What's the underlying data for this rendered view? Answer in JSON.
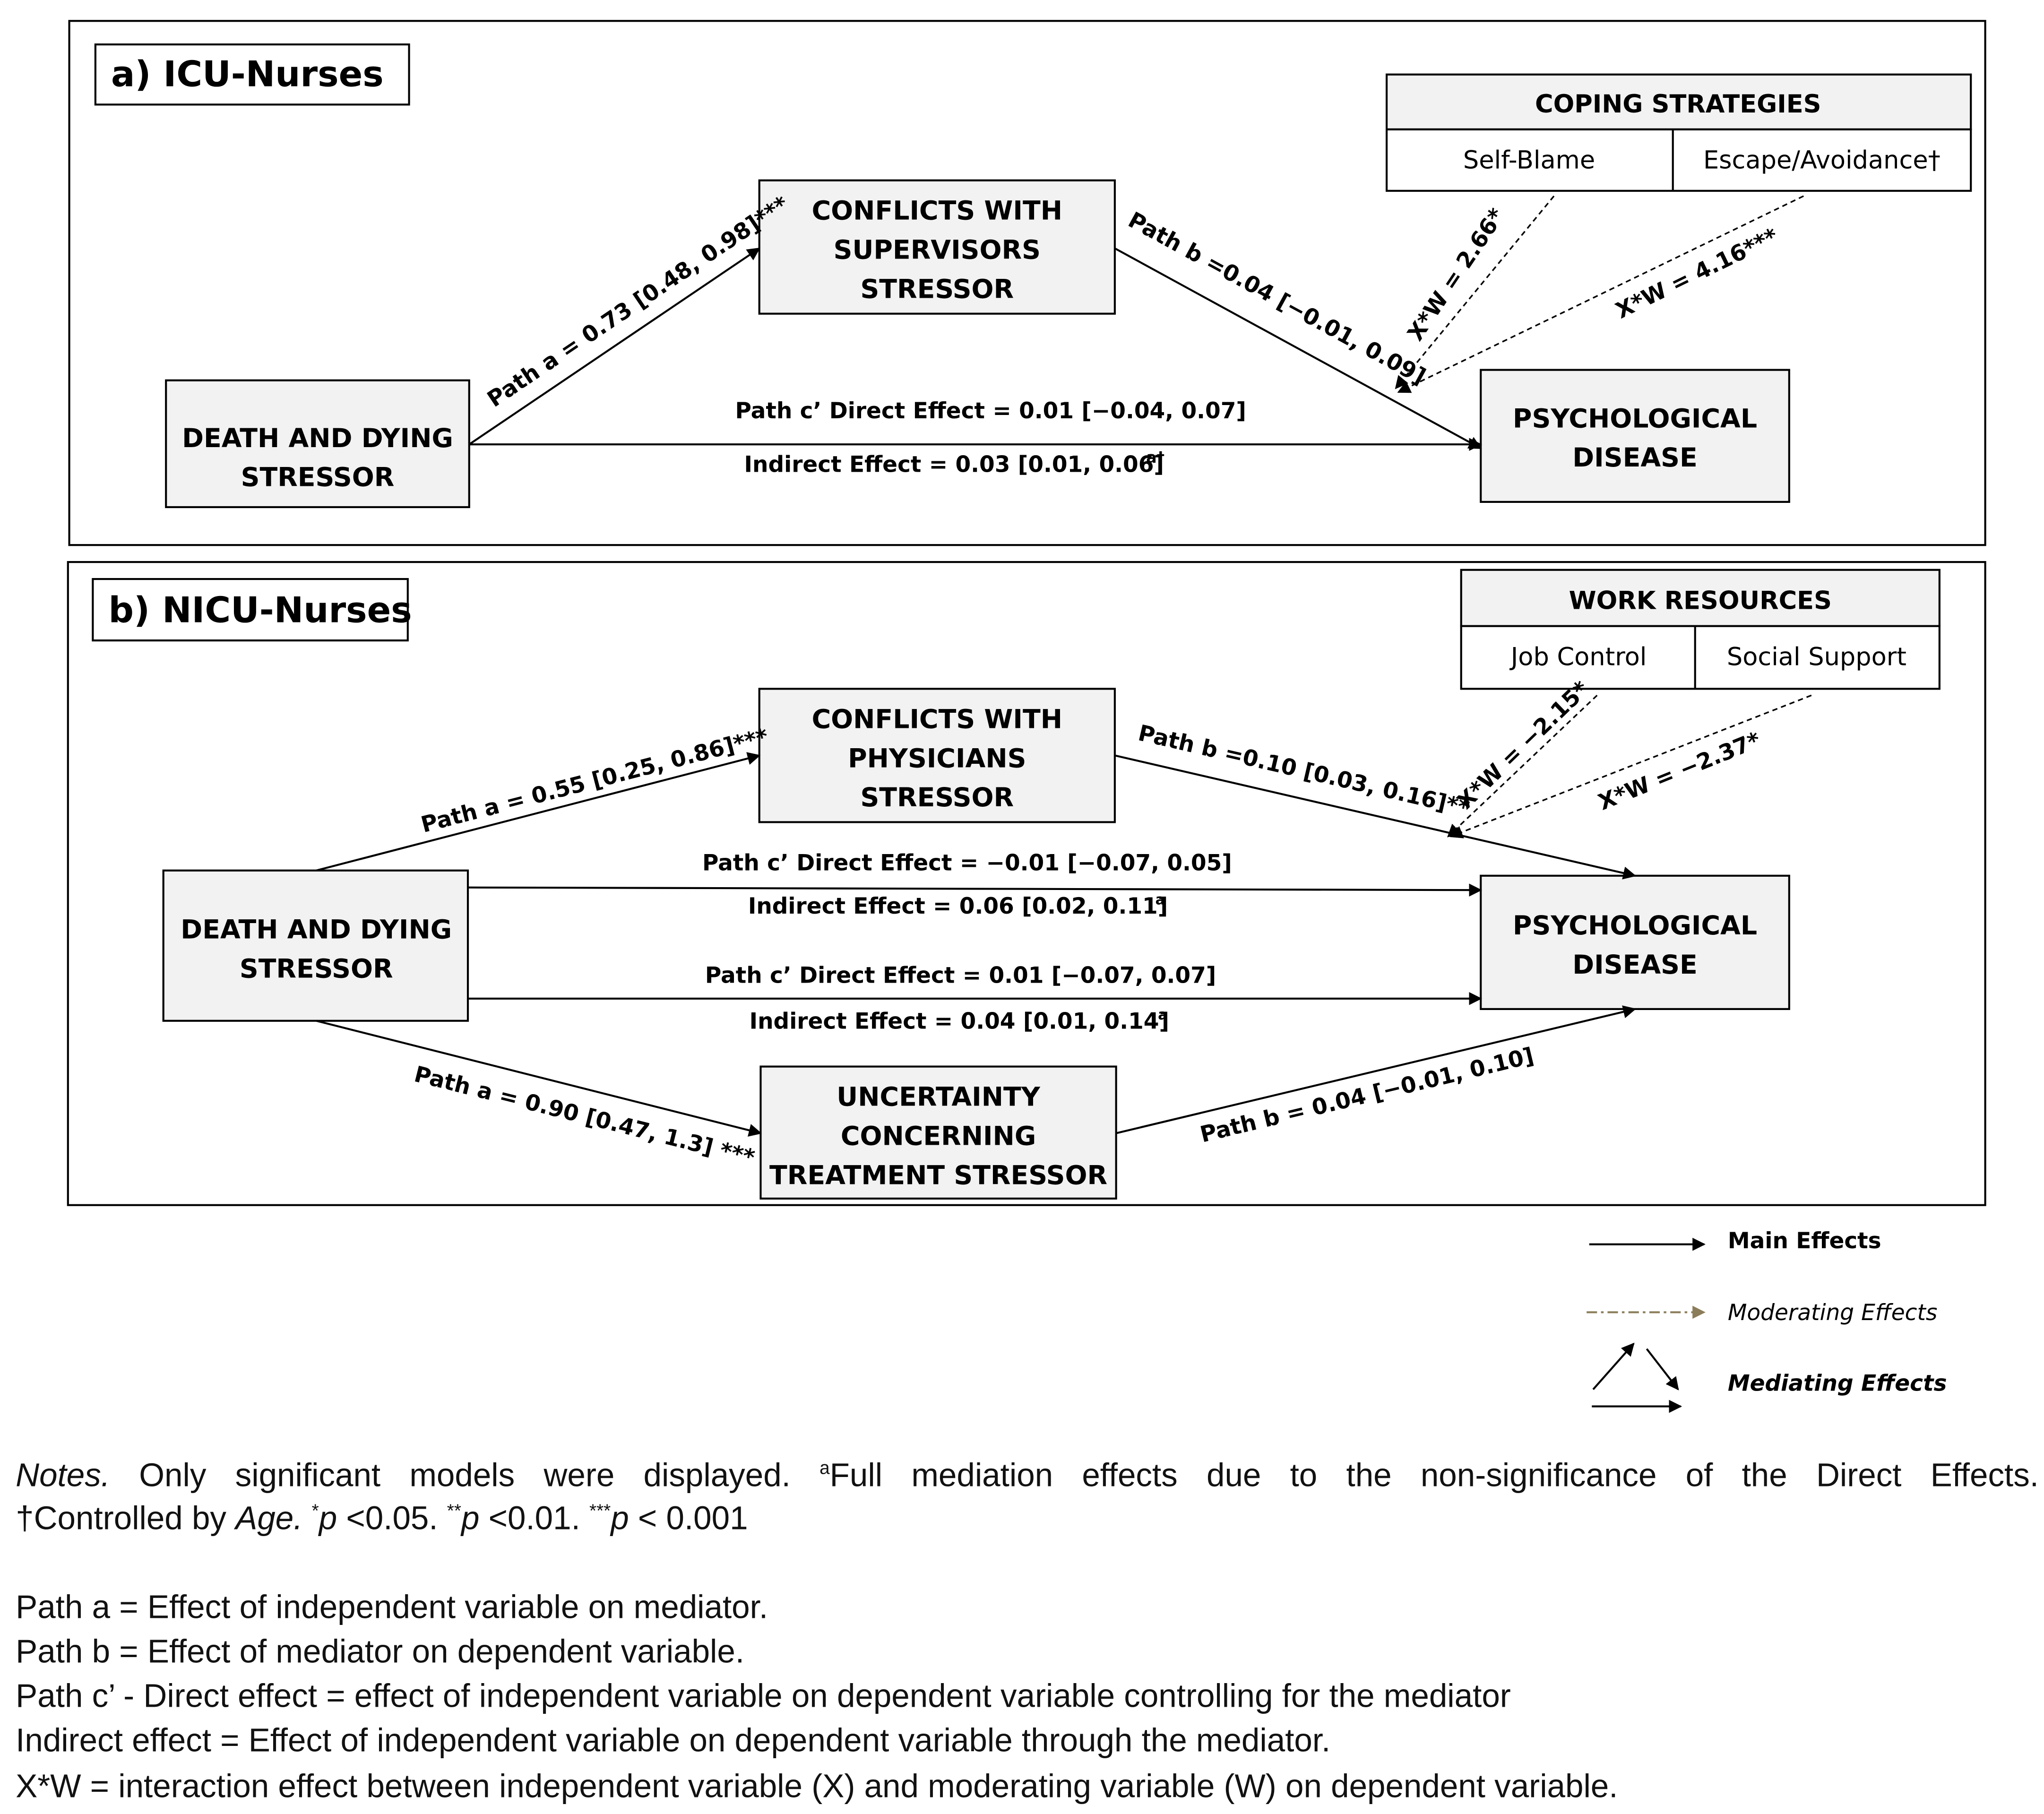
{
  "panel_a": {
    "title": "a) ICU-Nurses",
    "moderator_box": {
      "title": "COPING STRATEGIES",
      "items": [
        "Self-Blame",
        "Escape/Avoidance†"
      ]
    },
    "independent": [
      "DEATH AND DYING",
      "STRESSOR"
    ],
    "mediator": [
      "CONFLICTS WITH",
      "SUPERVISORS",
      "STRESSOR"
    ],
    "dependent": [
      "PSYCHOLOGICAL",
      "DISEASE"
    ],
    "path_a": "Path a = 0.73 [0.48, 0.98]***",
    "path_b": "Path b =0.04 [−0.01, 0.09]",
    "path_c": "Path c’ Direct Effect = 0.01 [−0.04, 0.07]",
    "indirect": "Indirect Effect = 0.03 [0.01, 0.06]",
    "indirect_mark": "a†",
    "xw_1": "X*W = 2.66*",
    "xw_2": "X*W = 4.16***"
  },
  "panel_b": {
    "title": "b) NICU-Nurses",
    "moderator_box": {
      "title": "WORK RESOURCES",
      "items": [
        "Job Control",
        "Social Support"
      ]
    },
    "independent": [
      "DEATH AND DYING",
      "STRESSOR"
    ],
    "mediator_1": [
      "CONFLICTS WITH",
      "PHYSICIANS",
      "STRESSOR"
    ],
    "mediator_2": [
      "UNCERTAINTY",
      "CONCERNING",
      "TREATMENT STRESSOR"
    ],
    "dependent": [
      "PSYCHOLOGICAL",
      "DISEASE"
    ],
    "path_a_1": "Path a = 0.55 [0.25, 0.86]***",
    "path_b_1": "Path b =0.10 [0.03,  0.16]**",
    "path_c_1": "Path c’ Direct Effect = −0.01 [−0.07,  0.05]",
    "indirect_1": "Indirect Effect =  0.06 [0.02, 0.11]",
    "indirect_1_mark": "a",
    "path_c_2": "Path c’ Direct Effect = 0.01 [−0.07, 0.07]",
    "indirect_2": "Indirect Effect = 0.04 [0.01,  0.14]",
    "indirect_2_mark": "a",
    "path_a_2": "Path a = 0.90 [0.47, 1.3] ***",
    "path_b_2": "Path b = 0.04 [−0.01, 0.10]",
    "xw_1": "X*W = −2.15*",
    "xw_2": "X*W = −2.37*"
  },
  "legend": {
    "main": "Main Effects",
    "moderating": "Moderating Effects",
    "mediating": "Mediating Effects"
  },
  "notes": {
    "line1_label": "Notes.",
    "line1_text": " Only significant models were displayed. ",
    "line1_sup": "a",
    "line1_tail": "Full mediation effects due to the non-significance of the Direct Effects.",
    "line2_start": "†Controlled by ",
    "line2_age": "Age.",
    "sig_1_mark": "*",
    "sig_1": " <0.05. ",
    "sig_2_mark": "**",
    "sig_2": " <0.01. ",
    "sig_3_mark": "***",
    "sig_3": " < 0.001",
    "p_symbol": "p",
    "def_path_a": "Path a = Effect of independent variable on mediator.",
    "def_path_b": "Path b = Effect of mediator on dependent variable.",
    "def_path_c": "Path c’ - Direct effect = effect of independent variable on dependent variable controlling for the mediator",
    "def_indirect": "Indirect effect = Effect of independent variable on dependent variable through the mediator.",
    "def_xw": "X*W = interaction effect between independent variable (X) and moderating variable (W) on dependent variable."
  },
  "colors": {
    "moderating_legend": "#8b7d5a",
    "box_fill": "#f2f2f2",
    "line": "#000000"
  }
}
